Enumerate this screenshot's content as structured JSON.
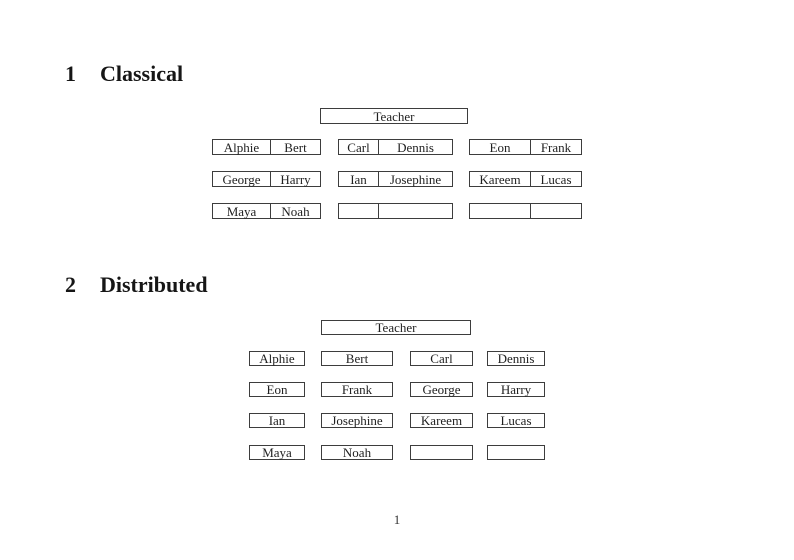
{
  "sections": [
    {
      "number": "1",
      "title": "Classical"
    },
    {
      "number": "2",
      "title": "Distributed"
    }
  ],
  "classical": {
    "teacher": "Teacher",
    "rows": [
      [
        [
          "Alphie",
          "Bert"
        ],
        [
          "Carl",
          "Dennis"
        ],
        [
          "Eon",
          "Frank"
        ]
      ],
      [
        [
          "George",
          "Harry"
        ],
        [
          "Ian",
          "Josephine"
        ],
        [
          "Kareem",
          "Lucas"
        ]
      ],
      [
        [
          "Maya",
          "Noah"
        ],
        [
          "",
          ""
        ],
        [
          "",
          ""
        ]
      ]
    ]
  },
  "distributed": {
    "teacher": "Teacher",
    "rows": [
      [
        "Alphie",
        "Bert",
        "Carl",
        "Dennis"
      ],
      [
        "Eon",
        "Frank",
        "George",
        "Harry"
      ],
      [
        "Ian",
        "Josephine",
        "Kareem",
        "Lucas"
      ],
      [
        "Maya",
        "Noah",
        "",
        ""
      ]
    ]
  },
  "page_number": "1"
}
